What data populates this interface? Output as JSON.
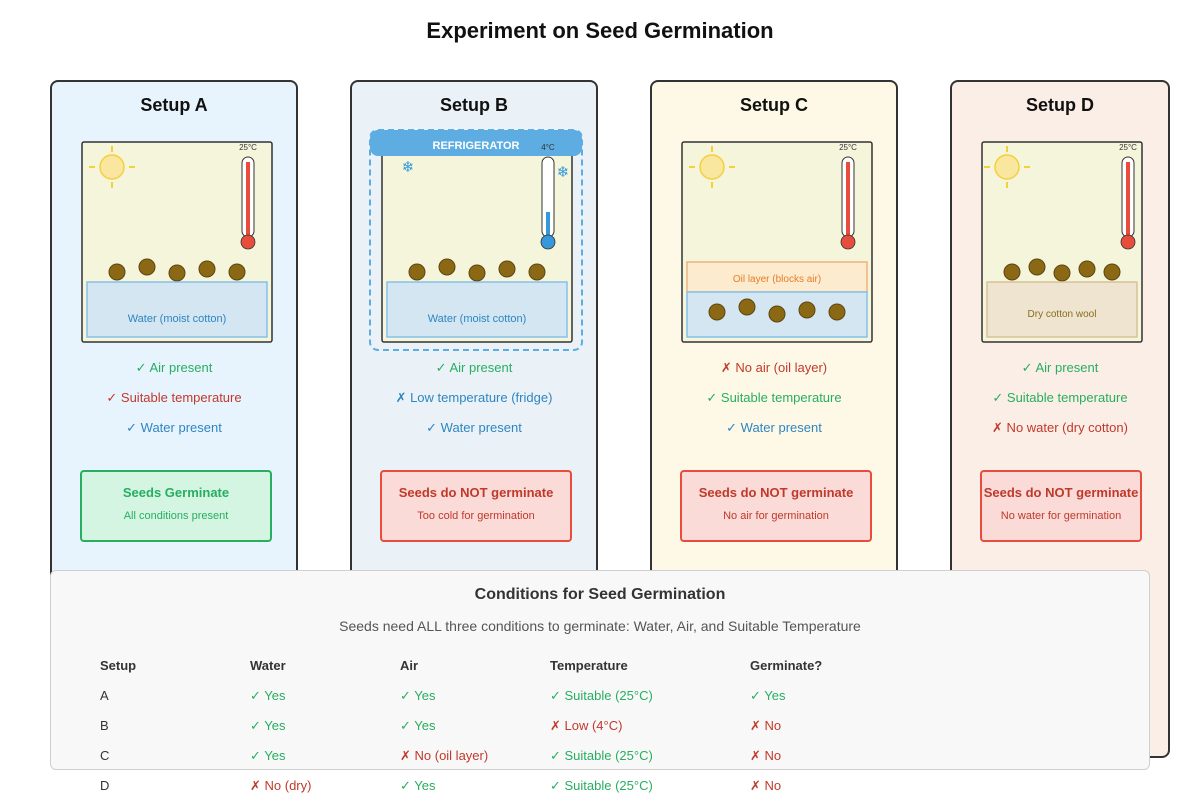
{
  "title": "Experiment on Seed Germination",
  "colors": {
    "green": "#27ae60",
    "red": "#c0392b",
    "blue": "#2e86c1",
    "water_fill": "#d4e6f1",
    "oil_fill": "#fdebd0",
    "cotton_fill": "#efe4cf",
    "seed": "#8b6914",
    "fridge": "#5dade2"
  },
  "setups": [
    {
      "name": "Setup A",
      "temp_label": "25°C",
      "medium_label": "Water (moist cotton)",
      "conditions": [
        {
          "text": "✓ Air present",
          "status": "ok"
        },
        {
          "text": "✓ Suitable temperature",
          "status": "ok-red"
        },
        {
          "text": "✓ Water present",
          "status": "ok-blue"
        }
      ],
      "result_title": "Seeds Germinate",
      "result_sub": "All conditions present",
      "germinates": true
    },
    {
      "name": "Setup B",
      "fridge_label": "REFRIGERATOR",
      "temp_label": "4°C",
      "medium_label": "Water (moist cotton)",
      "snowflake": "❄",
      "conditions": [
        {
          "text": "✓ Air present",
          "status": "ok"
        },
        {
          "text": "✗ Low temperature (fridge)",
          "status": "bad-blue"
        },
        {
          "text": "✓ Water present",
          "status": "ok-blue"
        }
      ],
      "result_title": "Seeds do NOT germinate",
      "result_sub": "Too cold for germination",
      "germinates": false
    },
    {
      "name": "Setup C",
      "temp_label": "25°C",
      "oil_label": "Oil layer (blocks air)",
      "conditions": [
        {
          "text": "✗ No air (oil layer)",
          "status": "bad"
        },
        {
          "text": "✓ Suitable temperature",
          "status": "ok"
        },
        {
          "text": "✓ Water present",
          "status": "ok-blue"
        }
      ],
      "result_title": "Seeds do NOT germinate",
      "result_sub": "No air for germination",
      "germinates": false
    },
    {
      "name": "Setup D",
      "temp_label": "25°C",
      "medium_label": "Dry cotton wool",
      "conditions": [
        {
          "text": "✓ Air present",
          "status": "ok"
        },
        {
          "text": "✓ Suitable temperature",
          "status": "ok"
        },
        {
          "text": "✗ No water (dry cotton)",
          "status": "bad"
        }
      ],
      "result_title": "Seeds do NOT germinate",
      "result_sub": "No water for germination",
      "germinates": false
    }
  ],
  "summary": {
    "title": "Conditions for Seed Germination",
    "subtitle": "Seeds need ALL three conditions to germinate: Water, Air, and Suitable Temperature",
    "headers": [
      "Setup",
      "Water",
      "Air",
      "Temperature",
      "Germinate?"
    ],
    "rows": [
      [
        "A",
        "✓ Yes",
        "✓ Yes",
        "✓ Suitable (25°C)",
        "✓ Yes"
      ],
      [
        "B",
        "✓ Yes",
        "✓ Yes",
        "✗ Low (4°C)",
        "✗ No"
      ],
      [
        "C",
        "✓ Yes",
        "✗ No (oil layer)",
        "✓ Suitable (25°C)",
        "✗ No"
      ],
      [
        "D",
        "✗ No (dry)",
        "✓ Yes",
        "✓ Suitable (25°C)",
        "✗ No"
      ]
    ]
  }
}
